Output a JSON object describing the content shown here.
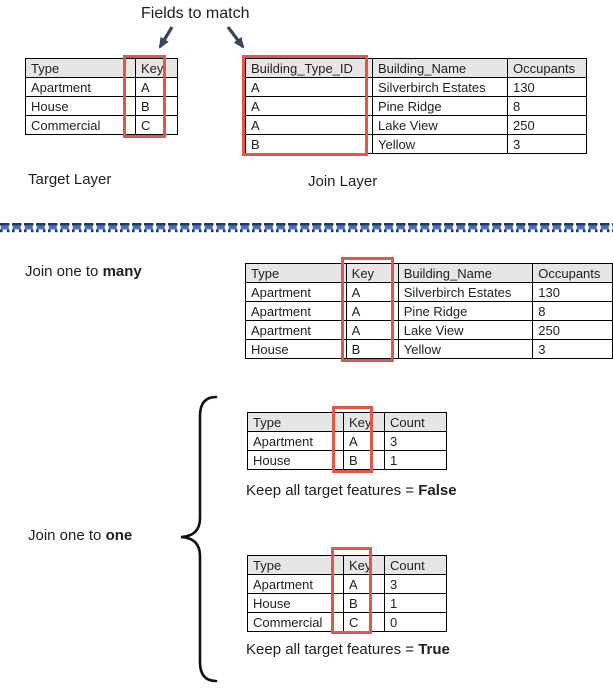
{
  "annotation": {
    "title": "Fields to match"
  },
  "layers": {
    "target_label": "Target Layer",
    "join_label": "Join Layer"
  },
  "sections": {
    "one_to_many": {
      "prefix": "Join one to ",
      "bold": "many"
    },
    "one_to_one": {
      "prefix": "Join one to ",
      "bold": "one"
    },
    "keep_false": {
      "prefix": "Keep all target features = ",
      "bold": "False"
    },
    "keep_true": {
      "prefix": "Keep all target features = ",
      "bold": "True"
    }
  },
  "tables": {
    "target": {
      "headers": [
        "Type",
        "Key"
      ],
      "rows": [
        [
          "Apartment",
          "A"
        ],
        [
          "House",
          "B"
        ],
        [
          "Commercial",
          "C"
        ]
      ],
      "highlighted_column": "Key"
    },
    "join": {
      "headers": [
        "Building_Type_ID",
        "Building_Name",
        "Occupants"
      ],
      "rows": [
        [
          "A",
          "Silverbirch Estates",
          "130"
        ],
        [
          "A",
          "Pine Ridge",
          "8"
        ],
        [
          "A",
          "Lake View",
          "250"
        ],
        [
          "B",
          "Yellow",
          "3"
        ]
      ],
      "highlighted_column": "Building_Type_ID"
    },
    "one_to_many": {
      "headers": [
        "Type",
        "Key",
        "Building_Name",
        "Occupants"
      ],
      "rows": [
        [
          "Apartment",
          "A",
          "Silverbirch Estates",
          "130"
        ],
        [
          "Apartment",
          "A",
          "Pine Ridge",
          "8"
        ],
        [
          "Apartment",
          "A",
          "Lake View",
          "250"
        ],
        [
          "House",
          "B",
          "Yellow",
          "3"
        ]
      ],
      "highlighted_column": "Key"
    },
    "count_false": {
      "headers": [
        "Type",
        "Key",
        "Count"
      ],
      "rows": [
        [
          "Apartment",
          "A",
          "3"
        ],
        [
          "House",
          "B",
          "1"
        ]
      ],
      "highlighted_column": "Key"
    },
    "count_true": {
      "headers": [
        "Type",
        "Key",
        "Count"
      ],
      "rows": [
        [
          "Apartment",
          "A",
          "3"
        ],
        [
          "House",
          "B",
          "1"
        ],
        [
          "Commercial",
          "C",
          "0"
        ]
      ],
      "highlighted_column": "Key"
    }
  },
  "colors": {
    "highlight_red": "#E0584C",
    "arrow_navy": "#39455A",
    "divider_blue": "#4472C4",
    "divider_dark": "#1F3864",
    "header_gray": "#E7E6E6"
  }
}
